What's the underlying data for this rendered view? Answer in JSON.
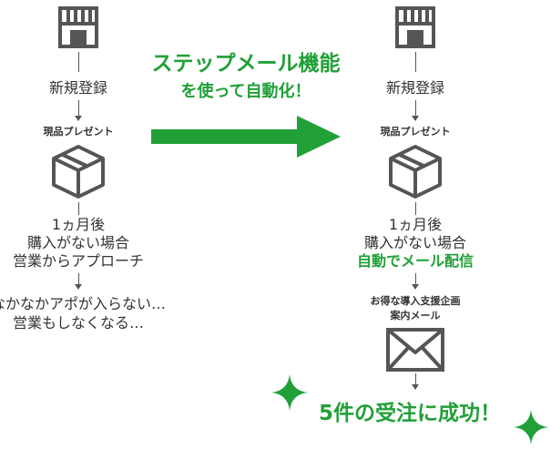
{
  "left_column": {
    "step1": "新規登録",
    "step2": "現品プレゼント",
    "step3_lines": [
      "1ヵ月後",
      "購入がない場合",
      "営業からアプローチ"
    ],
    "result_lines": [
      "なかなかアポが入らない…",
      "営業もしなくなる…"
    ]
  },
  "middle": {
    "headline_line1": "ステップメール機能",
    "headline_line2": "を使って自動化！"
  },
  "right_column": {
    "step1": "新規登録",
    "step2": "現品プレゼント",
    "step3_lines": [
      "1ヵ月後",
      "購入がない場合"
    ],
    "step3_highlight": "自動でメール配信",
    "step4_lines": [
      "お得な導入支援企画",
      "案内メール"
    ],
    "result": "5件の受注に成功！"
  },
  "icons": {
    "store": "store-icon",
    "box": "box-icon",
    "mail": "mail-icon",
    "sparkle": "sparkle-icon"
  },
  "colors": {
    "accent_green": "#21a038",
    "icon_gray": "#555555"
  }
}
